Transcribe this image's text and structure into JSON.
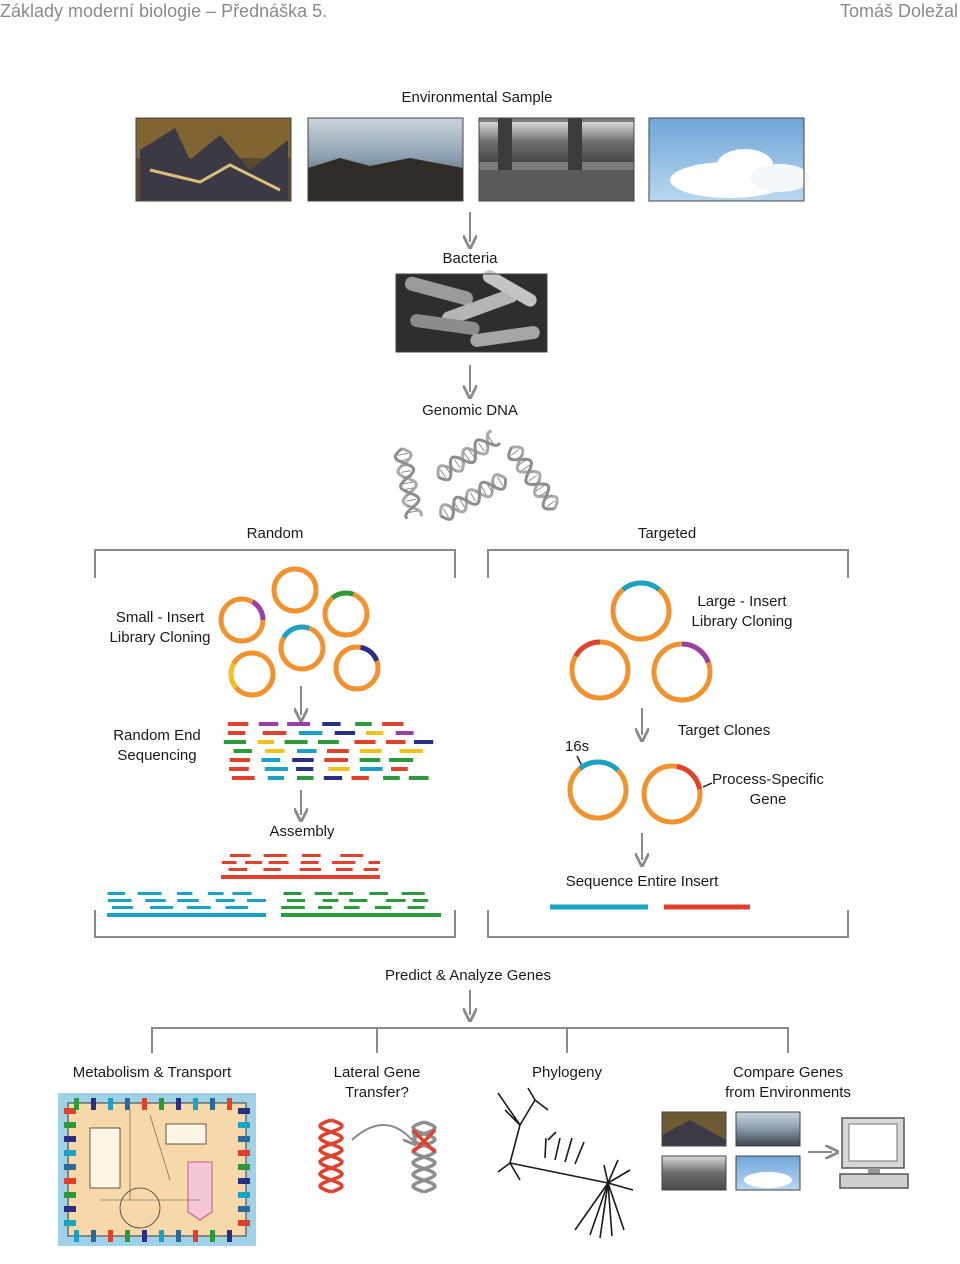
{
  "header": {
    "left": "Základy moderní biologie – Přednáška 5.",
    "right": "Tomáš Doležal"
  },
  "labels": {
    "environmental_sample": "Environmental Sample",
    "bacteria": "Bacteria",
    "genomic_dna": "Genomic DNA",
    "random": "Random",
    "targeted": "Targeted",
    "small_insert_1": "Small - Insert",
    "small_insert_2": "Library Cloning",
    "random_end_1": "Random End",
    "random_end_2": "Sequencing",
    "assembly": "Assembly",
    "large_insert_1": "Large - Insert",
    "large_insert_2": "Library Cloning",
    "target_clones": "Target Clones",
    "s16": "16s",
    "process_specific_1": "Process-Specific",
    "process_specific_2": "Gene",
    "sequence_entire_insert": "Sequence Entire Insert",
    "predict_analyze": "Predict & Analyze Genes",
    "metabolism": "Metabolism & Transport",
    "lateral_1": "Lateral Gene",
    "lateral_2": "Transfer?",
    "phylogeny": "Phylogeny",
    "compare_1": "Compare Genes",
    "compare_2": "from Environments"
  },
  "colors": {
    "plasmid": "#f0922e",
    "red": "#e0412a",
    "cyan": "#1aa2c4",
    "green": "#2b9a3c",
    "purple": "#9b3fa6",
    "navy": "#2a2f86",
    "yellow": "#f2c21c",
    "line": "#8a8a8a"
  }
}
